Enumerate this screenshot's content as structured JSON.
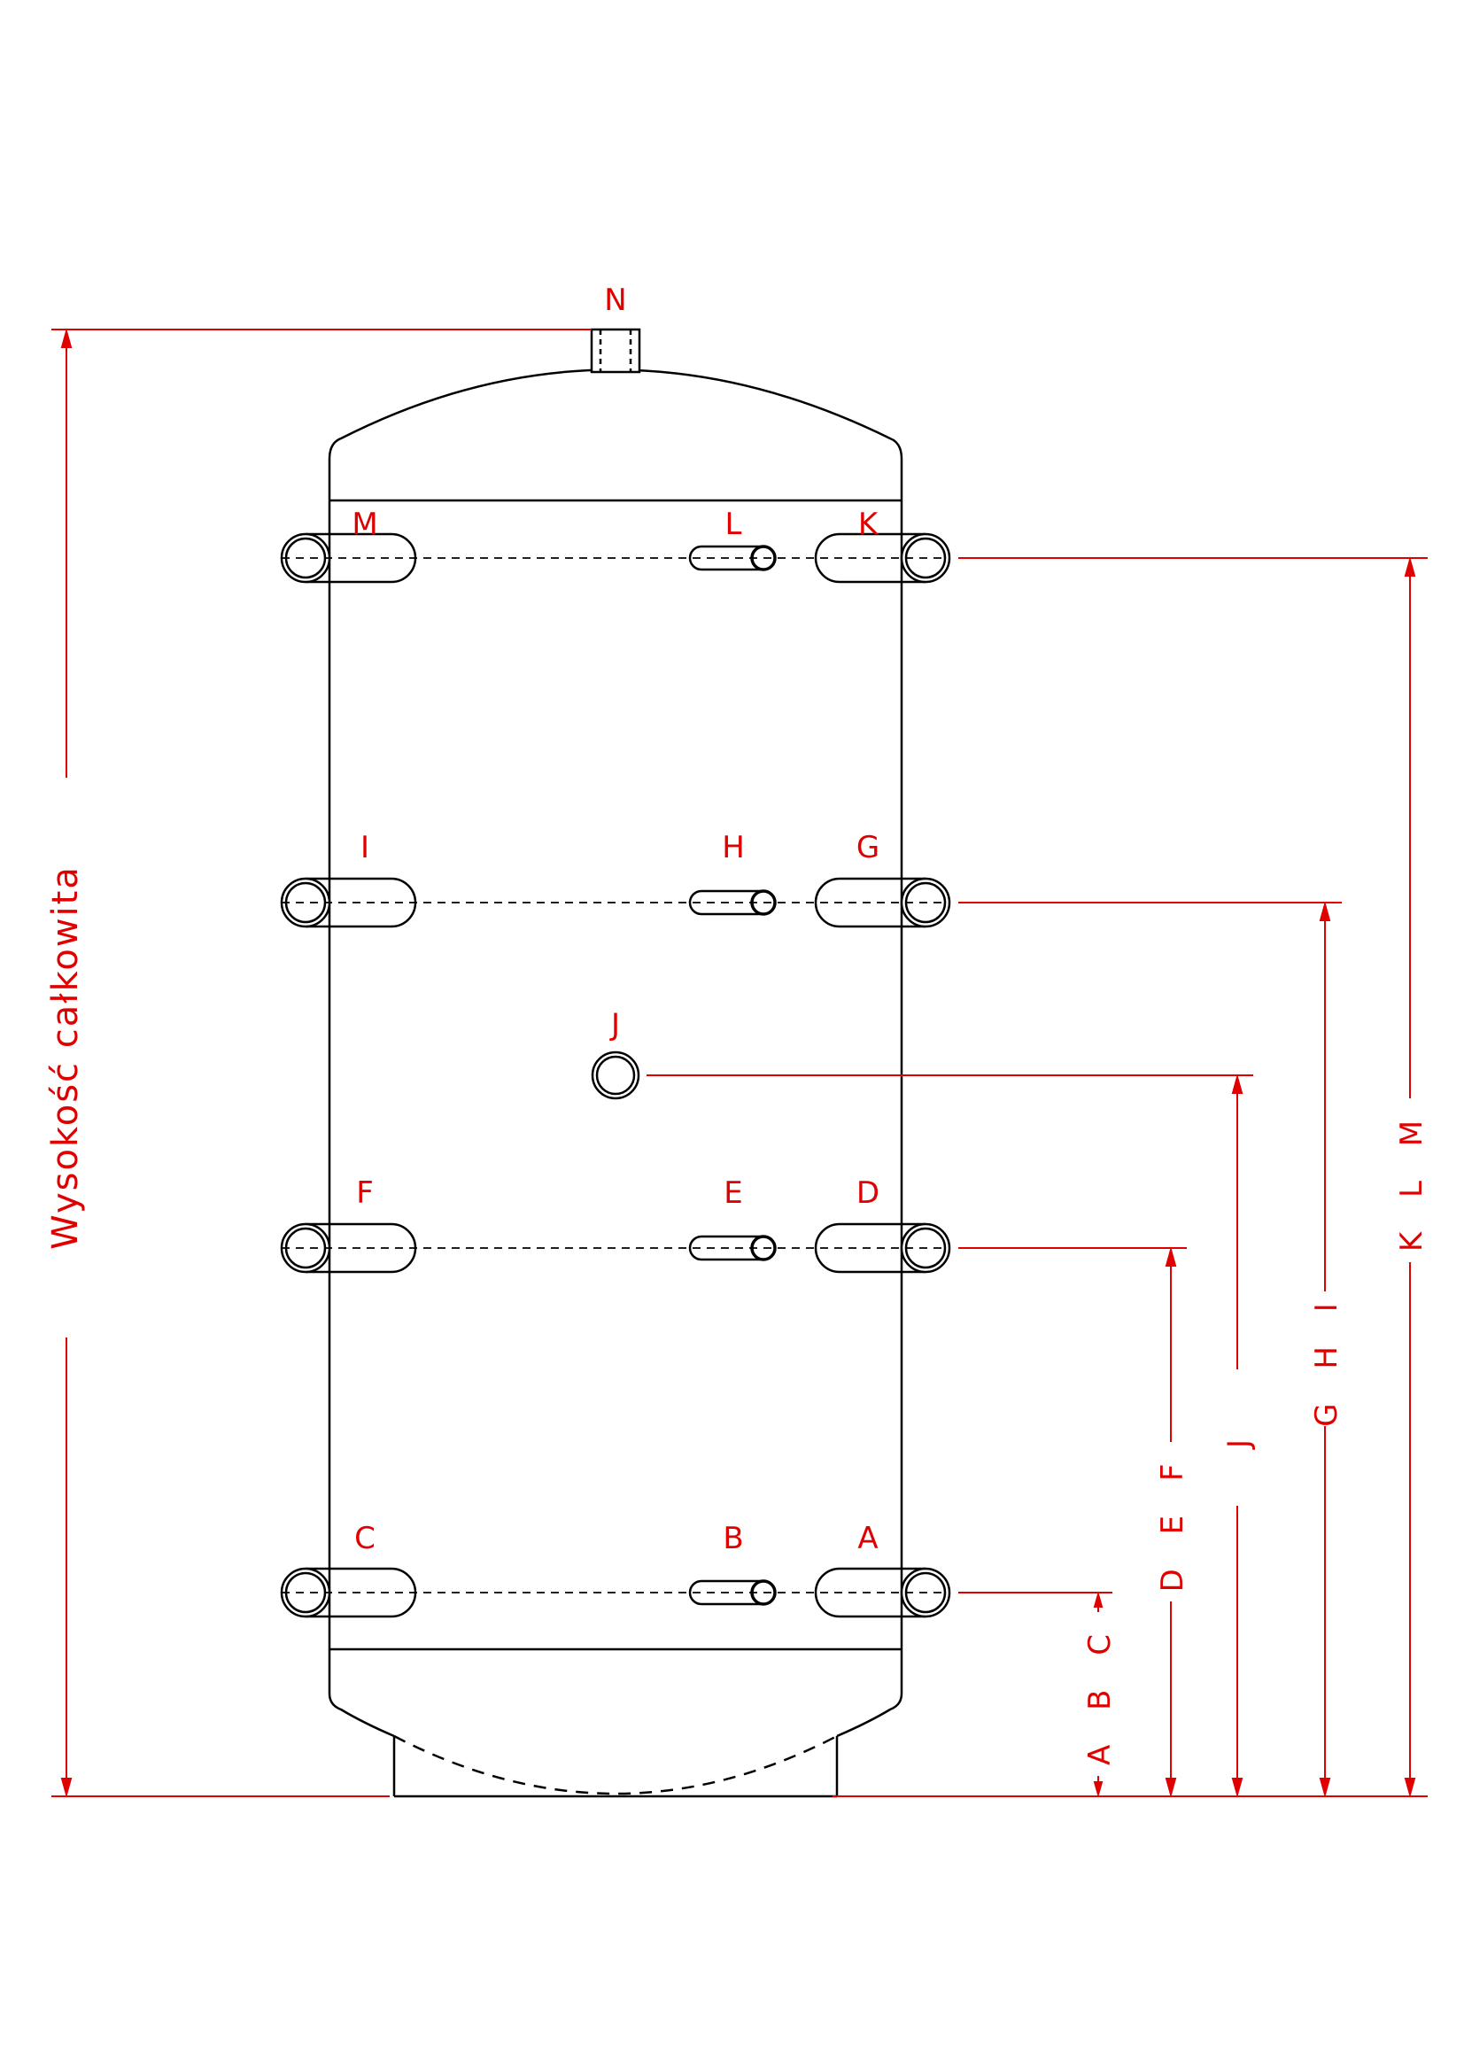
{
  "colors": {
    "outline": "#000000",
    "dimension": "#e00000",
    "label": "#e00000",
    "background": "#ffffff"
  },
  "labels": {
    "N": "N",
    "M": "M",
    "L": "L",
    "K": "K",
    "I": "I",
    "H": "H",
    "G": "G",
    "J": "J",
    "F": "F",
    "E": "E",
    "D": "D",
    "C": "C",
    "B": "B",
    "A": "A"
  },
  "dimensions": {
    "total_height": "Wysokość całkowita",
    "abc": "A B C",
    "def": "D E F",
    "j": "J",
    "ghi": "G H I",
    "klm": "K L M"
  }
}
